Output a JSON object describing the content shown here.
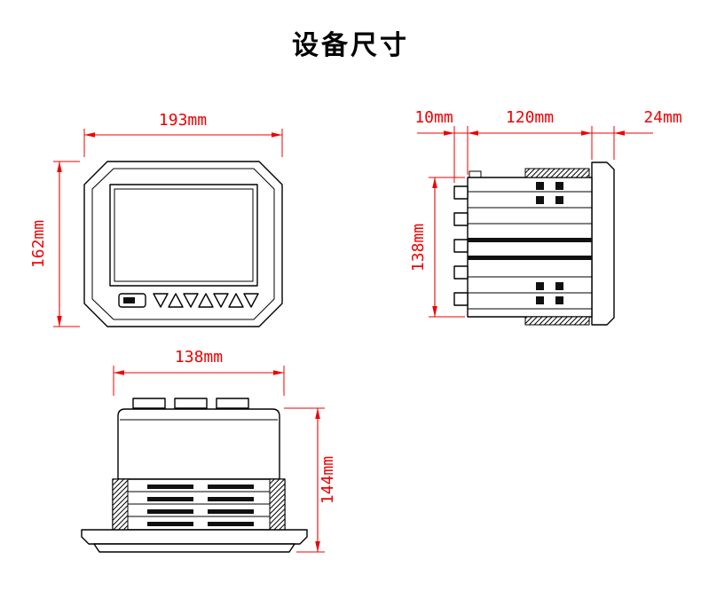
{
  "title": "设备尺寸",
  "colors": {
    "dimension_lines": "#f00000",
    "drawing_lines": "#000000",
    "background": "#ffffff"
  },
  "dimensions": {
    "front_view": {
      "width": "193mm",
      "height": "162mm"
    },
    "side_view": {
      "terminal_depth": "10mm",
      "body_depth": "120mm",
      "flange_depth": "24mm",
      "height": "138mm"
    },
    "bottom_view": {
      "width": "138mm",
      "height": "144mm"
    }
  }
}
